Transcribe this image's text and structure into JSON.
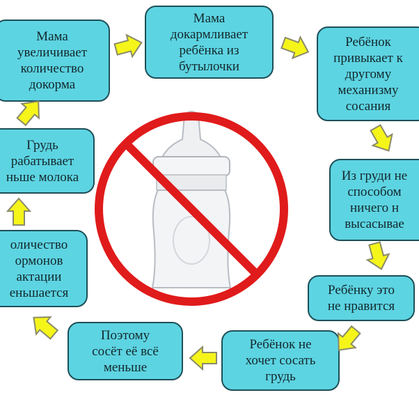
{
  "colors": {
    "box_fill": "#5dd4e2",
    "box_border": "#1d4f57",
    "arrow_fill": "#f5f51a",
    "arrow_stroke": "#8a8a6a",
    "ban_sign": "#e01b1b"
  },
  "boxes": {
    "increase_supplement": [
      "Мама",
      "увеличивает",
      "количество",
      "докорма"
    ],
    "bottle_feeding": [
      "Мама",
      "докармливает",
      "ребёнка из",
      "бутылочки"
    ],
    "baby_gets_used": [
      "Ребёнок",
      "привыкает к",
      "другому",
      "механизму",
      "сосания"
    ],
    "cannot_suck": [
      "Из груди не",
      "способом",
      "ничего н",
      "высасывае"
    ],
    "baby_dislikes": [
      "Ребёнку это",
      "не нравится"
    ],
    "refuses_breast": [
      "Ребёнок не",
      "хочет сосать",
      "грудь"
    ],
    "sucks_less": [
      "Поэтому",
      "сосёт её всё",
      "меньше"
    ],
    "hormones_decrease": [
      "оличество",
      "ормонов",
      "актации",
      "еньшается"
    ],
    "less_milk": [
      "Грудь",
      "рабатывает",
      "ньше молока"
    ]
  },
  "icons": {
    "center": "crossed-out-baby-bottle",
    "arrows": "yellow-arrow"
  }
}
